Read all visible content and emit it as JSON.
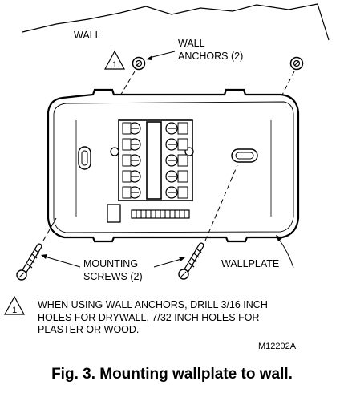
{
  "labels": {
    "wall": "WALL",
    "wall_anchors_line1": "WALL",
    "wall_anchors_line2": "ANCHORS (2)",
    "mounting_screws_line1": "MOUNTING",
    "mounting_screws_line2": "SCREWS (2)",
    "wallplate": "WALLPLATE",
    "note_marker": "1"
  },
  "note": {
    "line1": "WHEN USING WALL ANCHORS, DRILL 3/16 INCH",
    "line2": "HOLES FOR DRYWALL, 7/32 INCH HOLES FOR",
    "line3": "PLASTER OR WOOD."
  },
  "figure_code": "M12202A",
  "caption": "Fig. 3. Mounting wallplate to wall."
}
